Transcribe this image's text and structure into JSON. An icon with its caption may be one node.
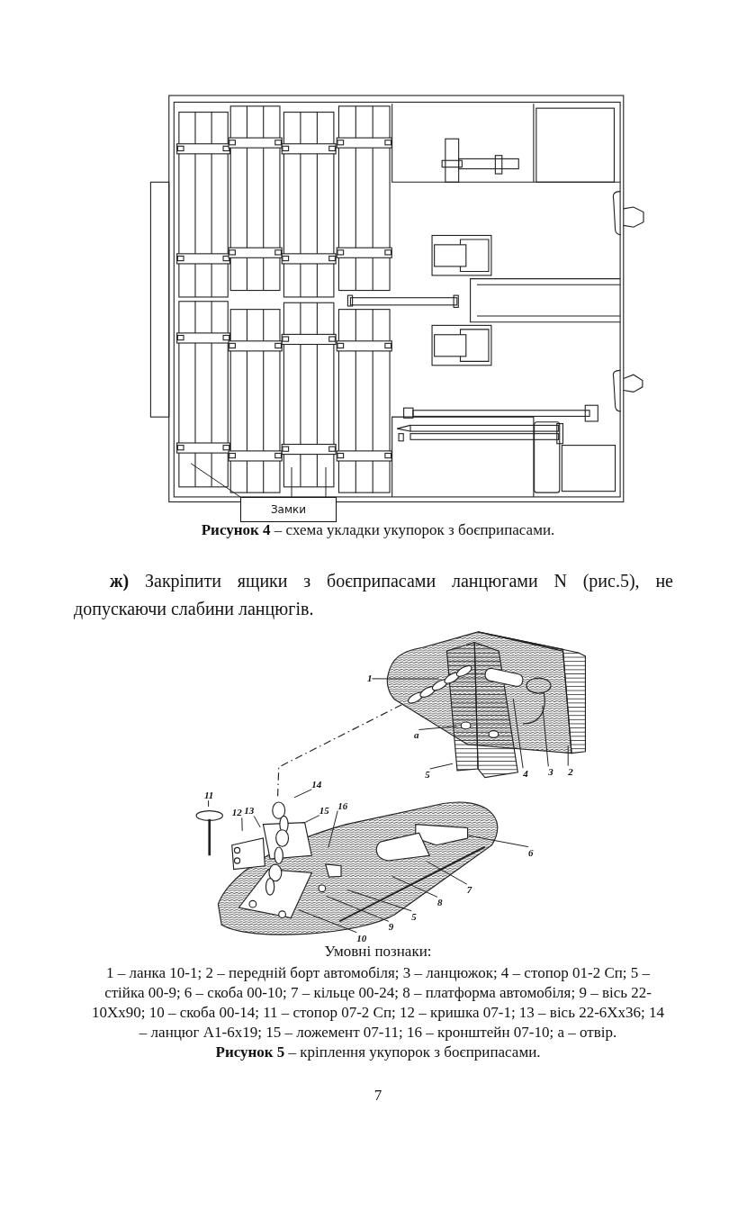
{
  "diagram": {
    "nodes": [
      {
        "text": [
          "Замки"
        ]
      },
      {
        "text": [
          "1"
        ]
      },
      {
        "text": [
          "а"
        ]
      },
      {
        "text": [
          "5"
        ]
      },
      {
        "text": [
          "4"
        ]
      },
      {
        "text": [
          "3"
        ]
      },
      {
        "text": [
          "2"
        ]
      },
      {
        "text": [
          "14"
        ]
      },
      {
        "text": [
          "11"
        ]
      },
      {
        "text": [
          "12"
        ]
      },
      {
        "text": [
          "13"
        ]
      },
      {
        "text": [
          "15"
        ]
      },
      {
        "text": [
          "16"
        ]
      },
      {
        "text": [
          "6"
        ]
      },
      {
        "text": [
          "7"
        ]
      },
      {
        "text": [
          "8"
        ]
      },
      {
        "text": [
          "5"
        ]
      },
      {
        "text": [
          "9"
        ]
      },
      {
        "text": [
          "10"
        ]
      }
    ],
    "edges": [
      {
        "from": 0,
        "to": null,
        "arrow": "none"
      },
      {
        "from": 0,
        "to": null,
        "arrow": "none"
      },
      {
        "from": 0,
        "to": null,
        "arrow": "none"
      },
      {
        "from": 1,
        "to": null,
        "arrow": "none"
      },
      {
        "from": 2,
        "to": null,
        "arrow": "none"
      },
      {
        "from": 3,
        "to": null,
        "arrow": "none"
      },
      {
        "from": 4,
        "to": null,
        "arrow": "none"
      },
      {
        "from": 5,
        "to": null,
        "arrow": "none"
      },
      {
        "from": 6,
        "to": null,
        "arrow": "none"
      },
      {
        "from": 7,
        "to": null,
        "arrow": "none"
      },
      {
        "from": 8,
        "to": null,
        "arrow": "none"
      },
      {
        "from": 9,
        "to": null,
        "arrow": "none"
      },
      {
        "from": 10,
        "to": null,
        "arrow": "none"
      },
      {
        "from": 11,
        "to": null,
        "arrow": "none"
      },
      {
        "from": 12,
        "to": null,
        "arrow": "none"
      },
      {
        "from": 13,
        "to": null,
        "arrow": "none"
      },
      {
        "from": 14,
        "to": null,
        "arrow": "none"
      },
      {
        "from": 15,
        "to": null,
        "arrow": "none"
      },
      {
        "from": 16,
        "to": null,
        "arrow": "none"
      },
      {
        "from": 17,
        "to": null,
        "arrow": "none"
      },
      {
        "from": 18,
        "to": null,
        "arrow": "none"
      }
    ],
    "labels": [
      "**Рисунок 4** – схема укладки укупорок з боєприпасами.",
      "**ж)** Закріпити ящики з боєприпасами ланцюгами N (рис.5), не допускаючи слабини ланцюгів.",
      "Умовні познаки:",
      "1 – ланка 10-1; 2 – передній борт автомобіля; 3 – ланцюжок; 4 – стопор 01-2 Сп; 5 – стійка 00-9; 6 – скоба 00-10; 7 – кільце 00-24; 8 – платформа автомобіля; 9 – вісь 22-10Хх90; 10 – скоба 00-14; 11 – стопор 07-2 Сп; 12 – кришка 07-1; 13 – вісь 22-6Хх36; 14 – ланцюг А1-6х19; 15 – ложемент 07-11; 16 – кронштейн 07-10; а – отвір.",
      "**Рисунок 5** – кріплення укупорок з боєприпасами.",
      "7"
    ]
  }
}
